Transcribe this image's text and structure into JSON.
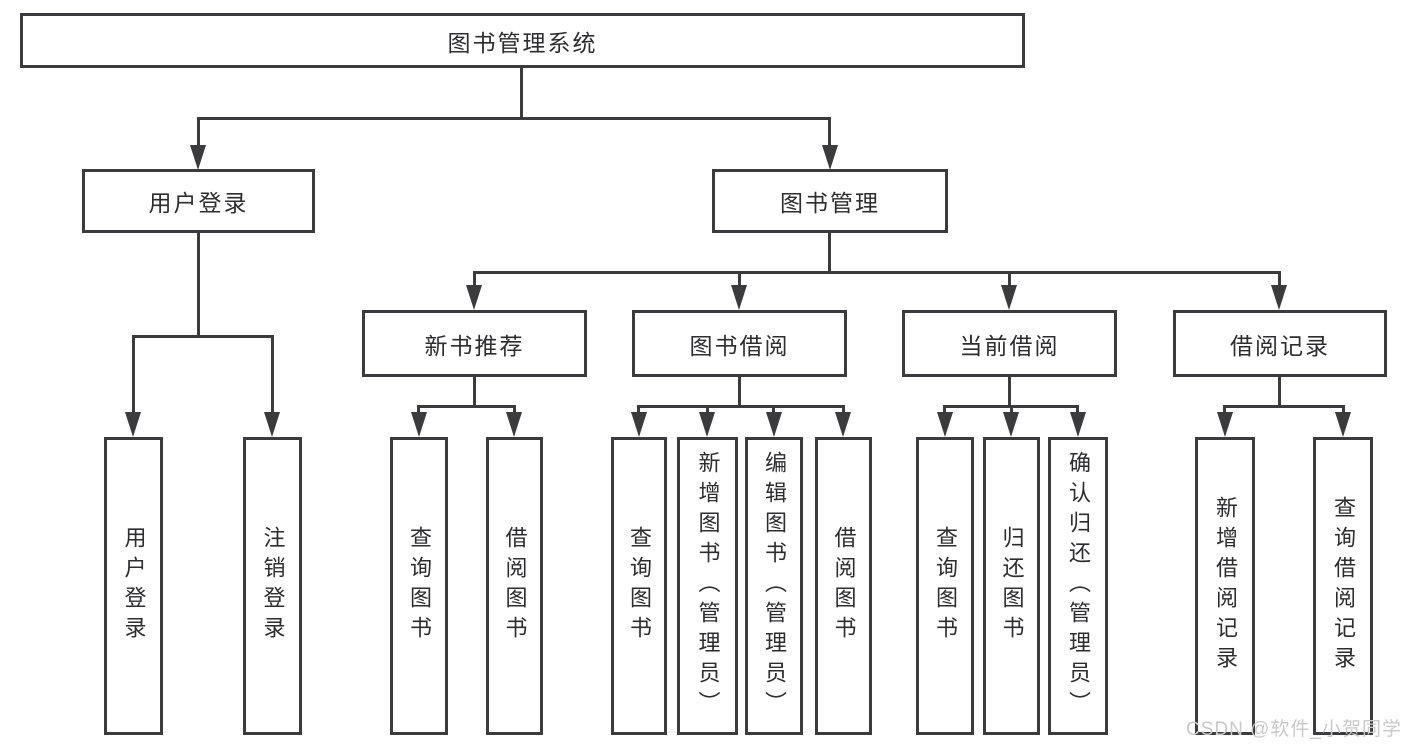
{
  "diagram": {
    "type": "tree",
    "root": {
      "label": "图书管理系统"
    },
    "level2": [
      {
        "label": "用户登录"
      },
      {
        "label": "图书管理"
      }
    ],
    "level3": [
      {
        "label": "新书推荐",
        "parent": "图书管理"
      },
      {
        "label": "图书借阅",
        "parent": "图书管理"
      },
      {
        "label": "当前借阅",
        "parent": "图书管理"
      },
      {
        "label": "借阅记录",
        "parent": "图书管理"
      }
    ],
    "level4": [
      {
        "label": "用户登录",
        "parent": "用户登录"
      },
      {
        "label": "注销登录",
        "parent": "用户登录"
      },
      {
        "label": "查询图书",
        "parent": "新书推荐"
      },
      {
        "label": "借阅图书",
        "parent": "新书推荐"
      },
      {
        "label": "查询图书",
        "parent": "图书借阅"
      },
      {
        "label": "新增图书（管理员）",
        "parent": "图书借阅"
      },
      {
        "label": "编辑图书（管理员）",
        "parent": "图书借阅"
      },
      {
        "label": "借阅图书",
        "parent": "图书借阅"
      },
      {
        "label": "查询图书",
        "parent": "当前借阅"
      },
      {
        "label": "归还图书",
        "parent": "当前借阅"
      },
      {
        "label": "确认归还（管理员）",
        "parent": "当前借阅"
      },
      {
        "label": "新增借阅记录",
        "parent": "借阅记录"
      },
      {
        "label": "查询借阅记录",
        "parent": "借阅记录"
      }
    ]
  },
  "watermark": {
    "text": "CSDN @软件_小贺同学"
  },
  "colors": {
    "line": "#3b3b3d",
    "text": "#2d2d2f",
    "watermark": "#c9c9c9",
    "background": "#ffffff"
  }
}
